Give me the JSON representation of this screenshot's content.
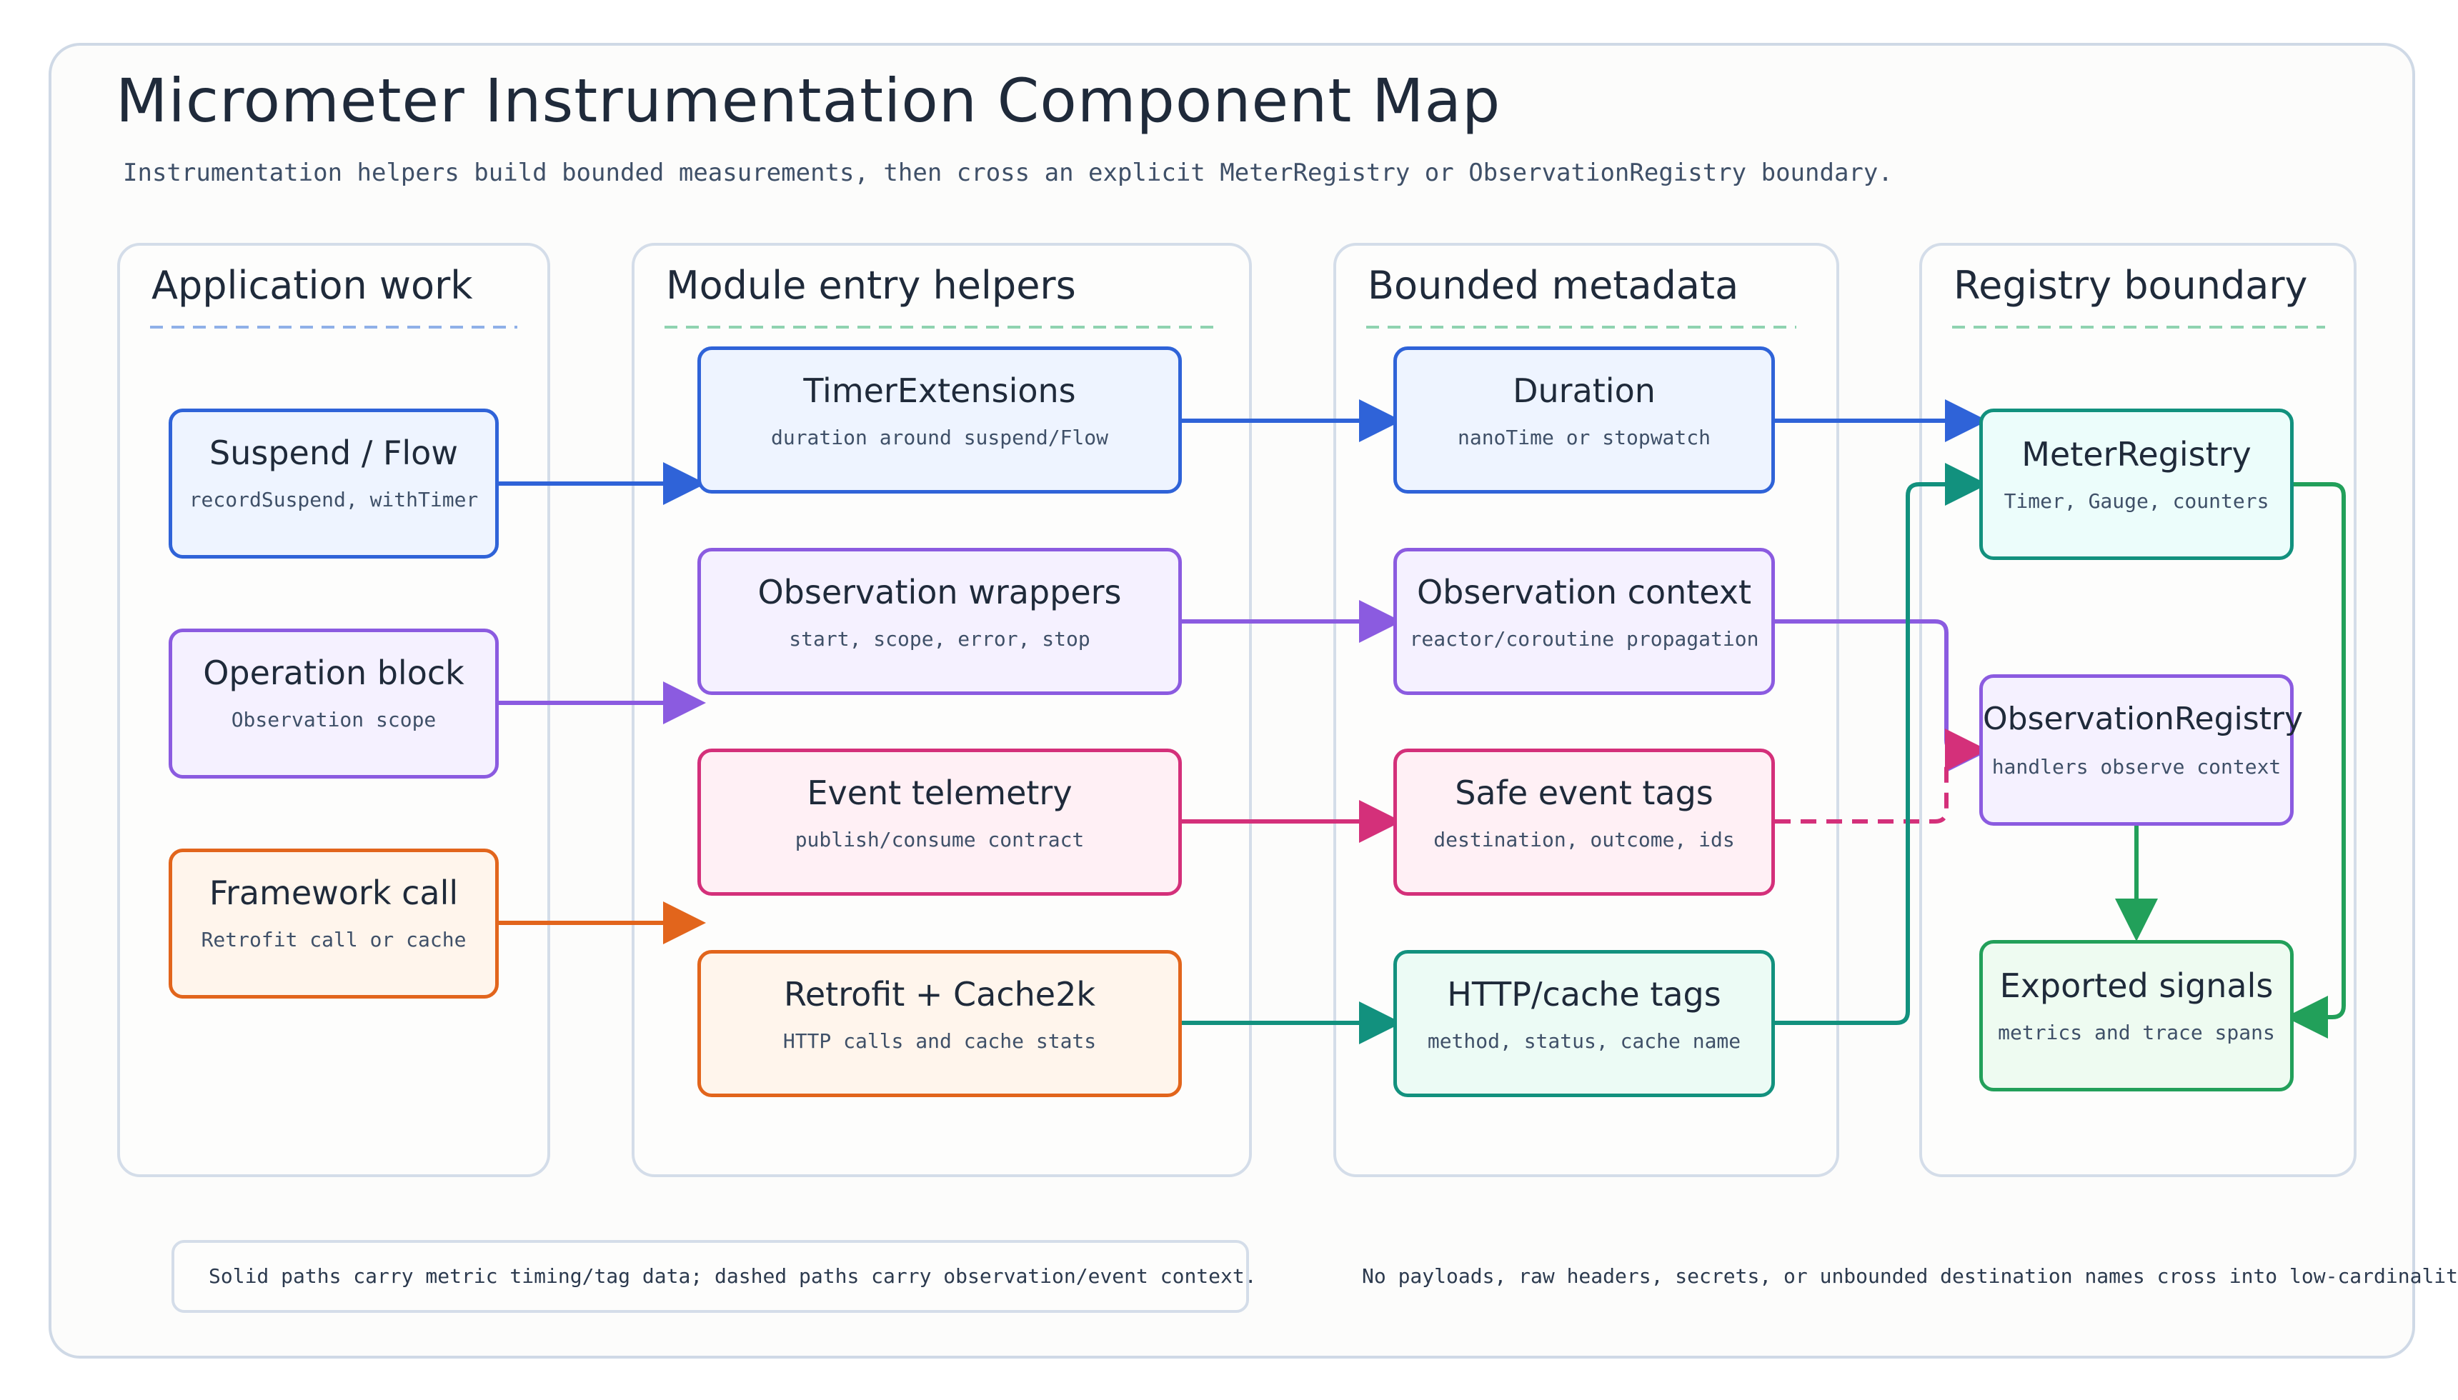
{
  "title": "Micrometer Instrumentation Component Map",
  "subtitle": "Instrumentation helpers build bounded measurements, then cross an explicit MeterRegistry or ObservationRegistry boundary.",
  "lanes": [
    {
      "title": "Application work",
      "accent": "#8fb0e8"
    },
    {
      "title": "Module entry helpers",
      "accent": "#8fd3b0"
    },
    {
      "title": "Bounded metadata",
      "accent": "#8fd3b0"
    },
    {
      "title": "Registry boundary",
      "accent": "#8fd3b0"
    }
  ],
  "nodes": {
    "suspend_flow": {
      "title": "Suspend / Flow",
      "sub": "recordSuspend, withTimer"
    },
    "operation_block": {
      "title": "Operation block",
      "sub": "Observation scope"
    },
    "framework_call": {
      "title": "Framework call",
      "sub": "Retrofit call or cache"
    },
    "timer_extensions": {
      "title": "TimerExtensions",
      "sub": "duration around suspend/Flow"
    },
    "observation_wrappers": {
      "title": "Observation wrappers",
      "sub": "start, scope, error, stop"
    },
    "event_telemetry": {
      "title": "Event telemetry",
      "sub": "publish/consume contract"
    },
    "retrofit_cache": {
      "title": "Retrofit + Cache2k",
      "sub": "HTTP calls and cache stats"
    },
    "duration": {
      "title": "Duration",
      "sub": "nanoTime or stopwatch"
    },
    "observation_context": {
      "title": "Observation context",
      "sub": "reactor/coroutine propagation"
    },
    "safe_event_tags": {
      "title": "Safe event tags",
      "sub": "destination, outcome, ids"
    },
    "http_cache_tags": {
      "title": "HTTP/cache tags",
      "sub": "method, status, cache name"
    },
    "meter_registry": {
      "title": "MeterRegistry",
      "sub": "Timer, Gauge, counters"
    },
    "observation_registry": {
      "title": "ObservationRegistry",
      "sub": "handlers observe context"
    },
    "exported_signals": {
      "title": "Exported signals",
      "sub": "metrics and trace spans"
    }
  },
  "colors": {
    "blue": "#2f63d8",
    "purple": "#8b5be0",
    "pink": "#d4307a",
    "orange": "#e2651c",
    "teal": "#12917e",
    "green": "#22a05a"
  },
  "legend": "Solid paths carry metric timing/tag data; dashed paths carry observation/event context.",
  "note": "No payloads, raw headers, secrets, or unbounded destination names cross into low-cardinality metrics."
}
